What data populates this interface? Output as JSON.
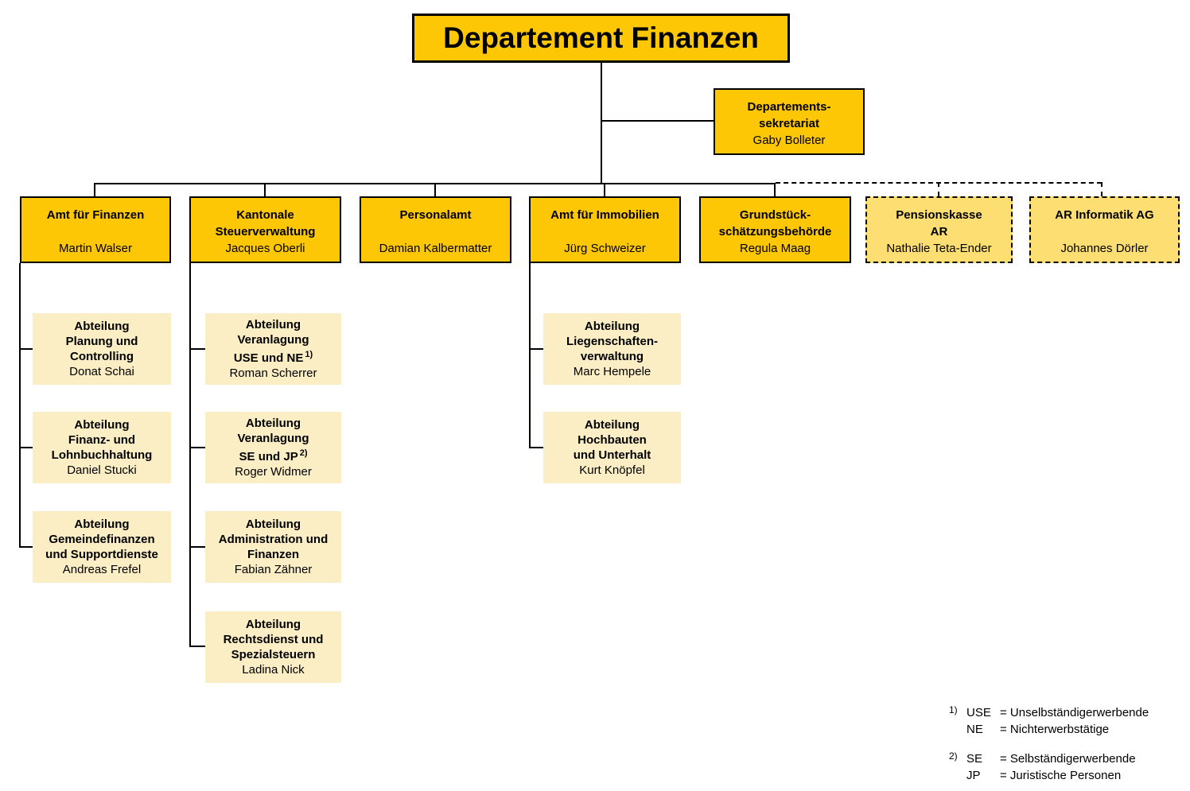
{
  "palette": {
    "gold": "#FDC705",
    "affiliated_fill": "#FCDE72",
    "division_fill": "#FBEEC5",
    "line": "#000000"
  },
  "root": {
    "title": "Departement Finanzen"
  },
  "secretariat": {
    "title": "Departements-\nsekretariat",
    "name": "Gaby Bolleter"
  },
  "offices": [
    {
      "title": "Amt für Finanzen",
      "name": "Martin Walser",
      "style": "solid"
    },
    {
      "title": "Kantonale\nSteuerverwaltung",
      "name": "Jacques Oberli",
      "style": "solid"
    },
    {
      "title": "Personalamt",
      "name": "Damian Kalbermatter",
      "style": "solid"
    },
    {
      "title": "Amt für Immobilien",
      "name": "Jürg Schweizer",
      "style": "solid"
    },
    {
      "title": "Grundstück-\nschätzungsbehörde",
      "name": "Regula Maag",
      "style": "solid"
    },
    {
      "title": "Pensionskasse\nAR",
      "name": "Nathalie Teta-Ender",
      "style": "dashed"
    },
    {
      "title": "AR Informatik AG",
      "name": "Johannes Dörler",
      "style": "dashed"
    }
  ],
  "divisions": {
    "amt_finanzen": [
      {
        "title": "Abteilung\nPlanung und\nControlling",
        "name": "Donat Schai"
      },
      {
        "title": "Abteilung\nFinanz- und\nLohnbuchhaltung",
        "name": "Daniel Stucki"
      },
      {
        "title": "Abteilung\nGemeindefinanzen\nund Supportdienste",
        "name": "Andreas Frefel"
      }
    ],
    "steuerverwaltung": [
      {
        "title": "Abteilung\nVeranlagung\nUSE und NE",
        "sup": "1)",
        "name": "Roman Scherrer"
      },
      {
        "title": "Abteilung\nVeranlagung\nSE und JP",
        "sup": "2)",
        "name": "Roger Widmer"
      },
      {
        "title": "Abteilung\nAdministration und\nFinanzen",
        "name": "Fabian Zähner"
      },
      {
        "title": "Abteilung\nRechtsdienst und\nSpezialsteuern",
        "name": "Ladina Nick"
      }
    ],
    "amt_immobilien": [
      {
        "title": "Abteilung\nLiegenschaften-\nverwaltung",
        "name": "Marc Hempele"
      },
      {
        "title": "Abteilung\nHochbauten\nund Unterhalt",
        "name": "Kurt Knöpfel"
      }
    ]
  },
  "footnotes": [
    {
      "marker": "1)",
      "rows": [
        {
          "abbr": "USE",
          "def": "= Unselbständigerwerbende"
        },
        {
          "abbr": "NE",
          "def": "= Nichterwerbstätige"
        }
      ]
    },
    {
      "marker": "2)",
      "rows": [
        {
          "abbr": "SE",
          "def": "= Selbständigerwerbende"
        },
        {
          "abbr": "JP",
          "def": "= Juristische Personen"
        }
      ]
    }
  ]
}
